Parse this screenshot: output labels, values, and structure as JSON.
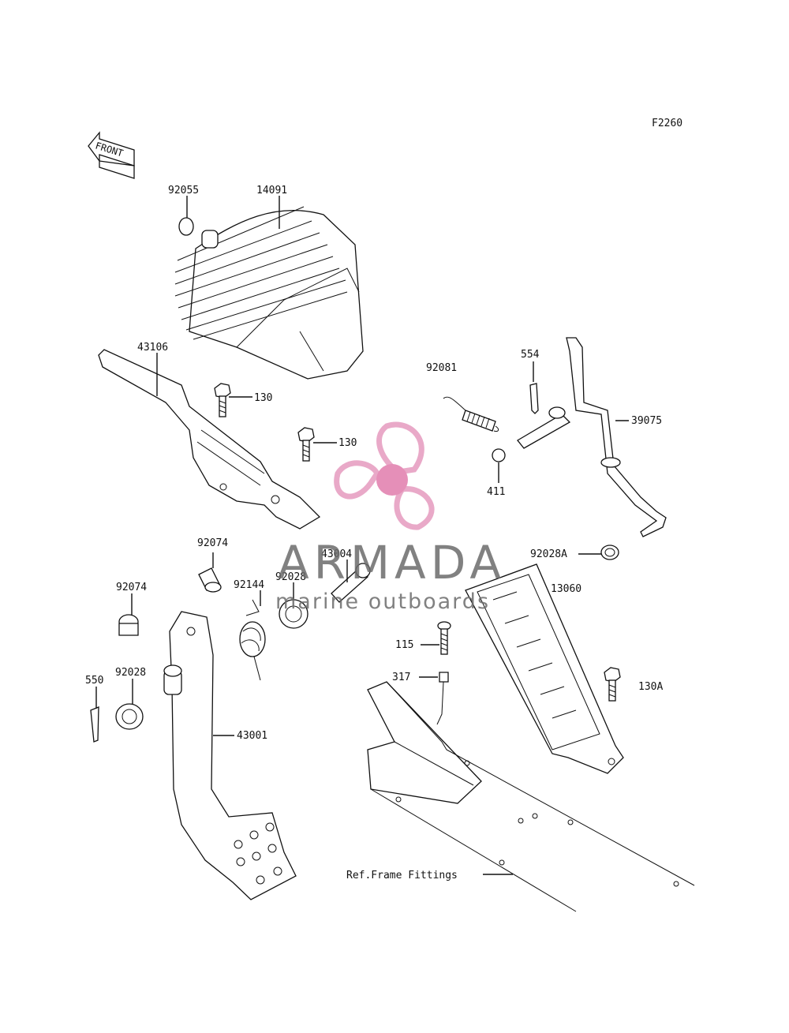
{
  "figure_code": "F2260",
  "front_label": "FRONT",
  "ref_note": "Ref.Frame Fittings",
  "labels": {
    "p92055": "92055",
    "p14091": "14091",
    "p43106": "43106",
    "p130a": "130",
    "p130b": "130",
    "p92081": "92081",
    "p554": "554",
    "p39075": "39075",
    "p411": "411",
    "p92074a": "92074",
    "p43004": "43004",
    "p92028a": "92028",
    "p92028A": "92028A",
    "p13060": "13060",
    "p92074b": "92074",
    "p92144": "92144",
    "p115": "115",
    "p317": "317",
    "p130A": "130A",
    "p550": "550",
    "p92028b": "92028",
    "p43001": "43001"
  },
  "watermark": {
    "brand": "ARMADA",
    "tagline": "marine outboards",
    "logo_color": "#e9a9c8",
    "logo_center_color": "#e58fb8"
  }
}
